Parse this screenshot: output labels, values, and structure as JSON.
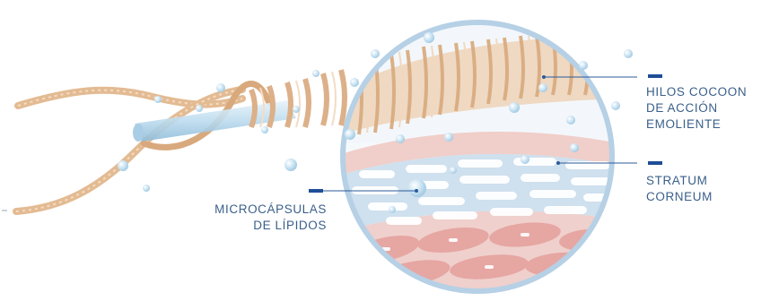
{
  "labels": {
    "hilos": [
      "HILOS COCOON",
      "DE ACCIÓN",
      "EMOLIENTE"
    ],
    "stratum": [
      "STRATUM",
      "CORNEUM"
    ],
    "micro": [
      "MICROCÁPSULAS",
      "DE LÍPIDOS"
    ]
  },
  "colors": {
    "label_text": "#3a5f8a",
    "marker": "#1f4e96",
    "leader_line": "#2a5a9a",
    "fiber": "#e3bb93",
    "fiber_shadow": "#c99a6e",
    "circle_ring": "#b9d3e6",
    "skin_pink": "#e9b3ad",
    "skin_blue": "#c9dcec",
    "capsule": "#bcdcef"
  }
}
